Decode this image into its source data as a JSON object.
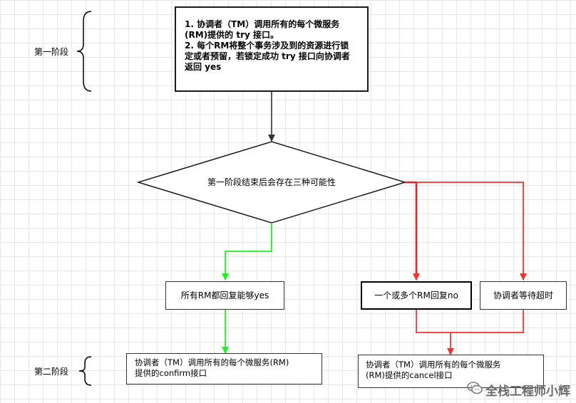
{
  "stages": {
    "stage1": "第一阶段",
    "stage2": "第二阶段"
  },
  "nodes": {
    "try_box": {
      "line1": "1. 协调者（TM）调用所有的每个微服务",
      "line2": "(RM)提供的 try 接口。",
      "line3": "2. 每个RM将整个事务涉及到的资源进行锁",
      "line4": "定或者预留，若锁定成功 try 接口向协调者",
      "line5": "返回 yes"
    },
    "decision": "第一阶段结束后会存在三种可能性",
    "all_yes": "所有RM都回复能够yes",
    "some_no": "一个或多个RM回复no",
    "timeout": "协调者等待超时",
    "confirm_box": {
      "line1": "协调者（TM）调用所有的每个微服务(RM)",
      "line2": "提供的confirm接口"
    },
    "cancel_box": {
      "line1": "协调者（TM）调用所有的每个微服务",
      "line2": "(RM)提供的cancel接口"
    }
  },
  "watermark": {
    "text": "全栈工程师小辉",
    "icon": "wechat-icon"
  },
  "colors": {
    "green": "#22ee22",
    "red": "#ee3333",
    "dark": "#333333"
  }
}
